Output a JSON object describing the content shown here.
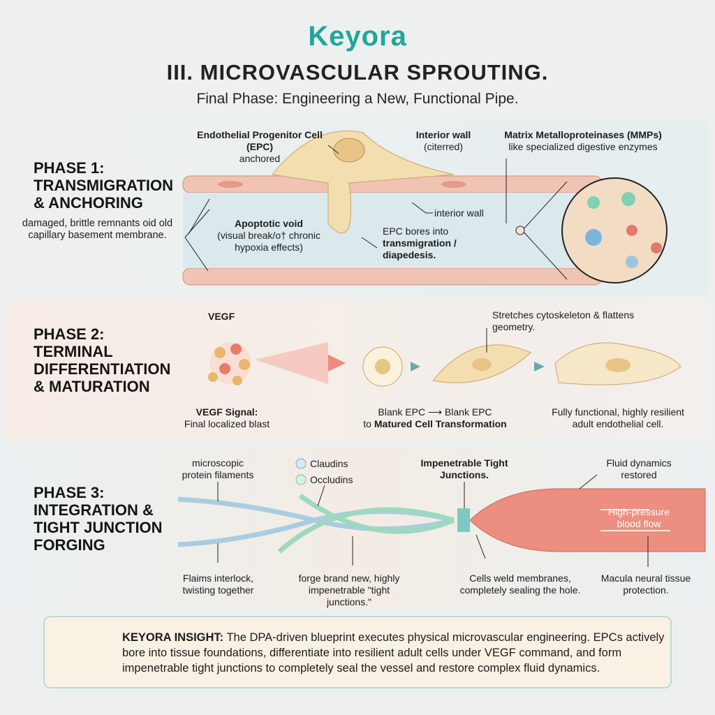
{
  "header": {
    "logo": "Keyora",
    "title": "III. MICROVASCULAR SPROUTING.",
    "subtitle": "Final Phase: Engineering a New, Functional Pipe."
  },
  "phase1": {
    "title": [
      "PHASE 1:",
      "TRANSMIGRATION",
      "& ANCHORING"
    ],
    "labels": {
      "epc_bold": "Endothelial Progenitor Cell (EPC)",
      "epc_sub": "anchored",
      "interior_bold": "Interior wall",
      "interior_sub": "(citerred)",
      "mmp_bold": "Matrix Metalloproteinases (MMPs)",
      "mmp_sub": "like specialized digestive enzymes",
      "remnants": "damaged, brittle remnants oid old capillary basement membrane.",
      "void_bold": "Apoptotic void",
      "void_sub": "(visual break/o† chronic hypoxia effects)",
      "interior_wall": "interior wall",
      "bores": "EPC bores into",
      "bores_bold": "transmigration / diapedesis."
    }
  },
  "phase2": {
    "title": [
      "PHASE 2:",
      "TERMINAL",
      "DIFFERENTIATION",
      "& MATURATION"
    ],
    "labels": {
      "vegf": "VEGF",
      "signal_bold": "VEGF Signal:",
      "signal_sub": "Final localized blast",
      "stretch": "Stretches cytoskeleton & flattens geometry.",
      "blank": "Blank EPC ⟶ Blank EPC",
      "to": "to",
      "matured": "Matured Cell Transformation",
      "functional": "Fully functional, highly resilient adult endothelial cell."
    }
  },
  "phase3": {
    "title": [
      "PHASE 3:",
      "INTEGRATION &",
      "TIGHT JUNCTION",
      "FORGING"
    ],
    "labels": {
      "filaments": "microscopic protein filaments",
      "claudins": "Claudins",
      "occludins": "Occludins",
      "tj_bold": "Impenetrable Tight Junctions.",
      "fluid": "Fluid dynamics restored",
      "pressure": "High-pressure blood flow",
      "interlock": "Flaims interlock, twisting together",
      "forge": "forge brand new, highly impenetrable \"tight junctions.\"",
      "weld": "Cells weld membranes, completely sealing the hole.",
      "macula": "Macula neural tissue protection."
    }
  },
  "insight": {
    "label": "KEYORA INSIGHT:",
    "text": " The DPA-driven blueprint executes physical microvascular engineering. EPCs actively bore into tissue foundations, differentiate into resilient adult cells under VEGF command, and form impenetrable tight junctions to completely seal the vessel and restore complex fluid dynamics."
  },
  "colors": {
    "brand": "#1fa79a",
    "vessel": "#f1c3b3",
    "cell": "#f3deb0",
    "blood": "#e97a6c"
  }
}
